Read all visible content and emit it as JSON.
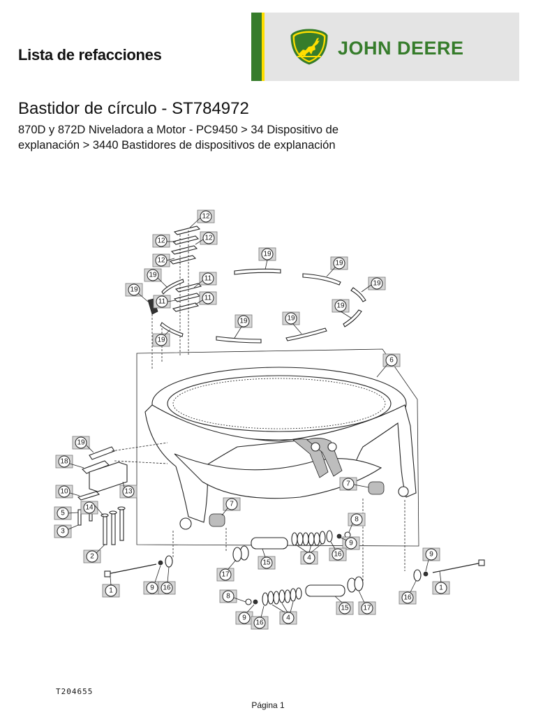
{
  "header": {
    "title": "Lista de refacciones",
    "brand_name": "JOHN DEERE",
    "brand_logo_icon": "john-deere-leaping-deer-logo",
    "brand_green": "#367c2b",
    "brand_yellow": "#ffde00"
  },
  "document": {
    "title": "Bastidor de círculo - ST784972",
    "subtitle": "870D y 872D Niveladora a Motor - PC9450 > 34 Dispositivo de explanación > 3440 Bastidores de dispositivos de explanación"
  },
  "callouts": [
    "12",
    "12",
    "12",
    "12",
    "11",
    "11",
    "11",
    "19",
    "19",
    "19",
    "19",
    "19",
    "19",
    "19",
    "19",
    "19",
    "6",
    "19",
    "18",
    "10",
    "13",
    "14",
    "5",
    "3",
    "2",
    "7",
    "7",
    "8",
    "9",
    "4",
    "16",
    "15",
    "17",
    "1",
    "9",
    "16",
    "9",
    "16",
    "1",
    "8",
    "9",
    "16",
    "4",
    "15",
    "17"
  ],
  "footer": {
    "figure_code": "T204655",
    "page": "Página 1"
  }
}
